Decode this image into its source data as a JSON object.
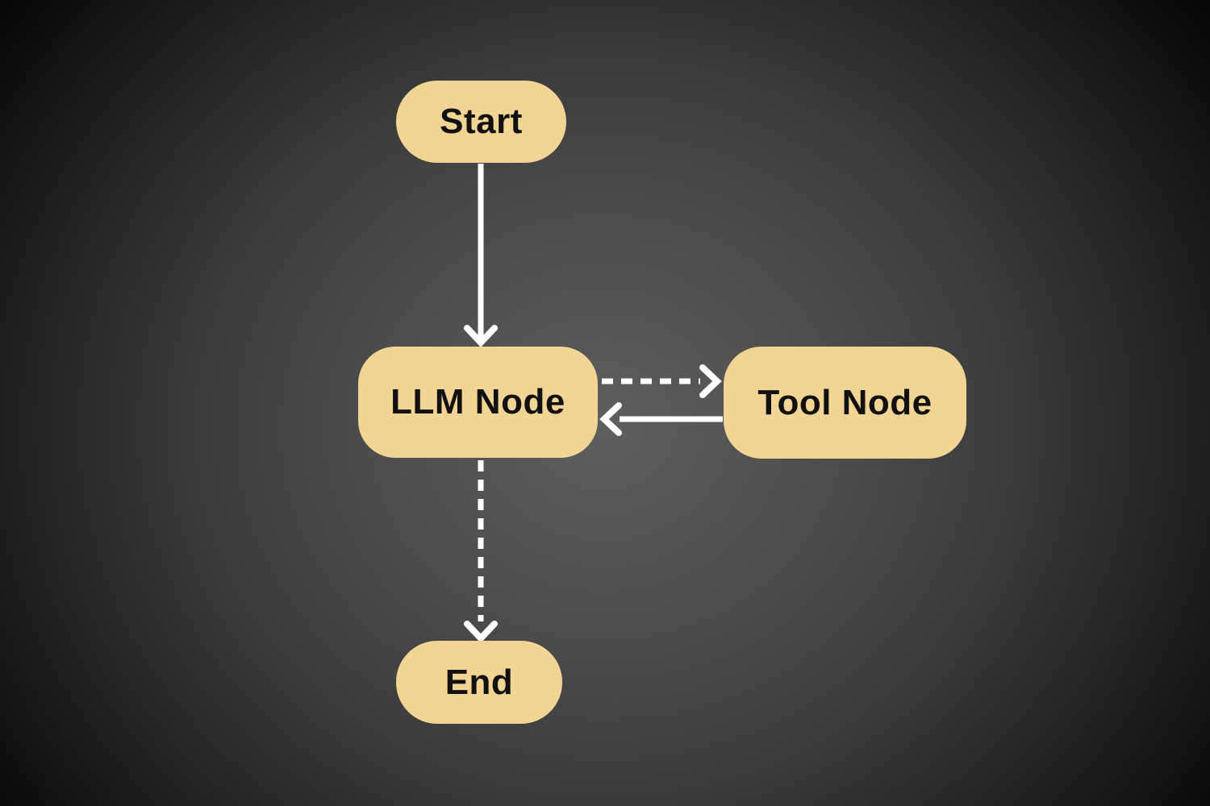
{
  "diagram": {
    "type": "flowchart",
    "colors": {
      "node_fill": "#f2d594",
      "text_color": "#111111",
      "arrow_color": "#ffffff",
      "background_center": "#5e5e5e",
      "background_edge": "#000000"
    },
    "nodes": [
      {
        "id": "start",
        "label": "Start",
        "shape": "pill"
      },
      {
        "id": "llm",
        "label": "LLM Node",
        "shape": "rounded-rect"
      },
      {
        "id": "tool",
        "label": "Tool Node",
        "shape": "rounded-rect"
      },
      {
        "id": "end",
        "label": "End",
        "shape": "pill"
      }
    ],
    "edges": [
      {
        "from": "start",
        "to": "llm",
        "style": "solid",
        "direction": "down"
      },
      {
        "from": "llm",
        "to": "tool",
        "style": "dashed",
        "direction": "right"
      },
      {
        "from": "tool",
        "to": "llm",
        "style": "solid",
        "direction": "left"
      },
      {
        "from": "llm",
        "to": "end",
        "style": "dashed",
        "direction": "down"
      }
    ]
  }
}
